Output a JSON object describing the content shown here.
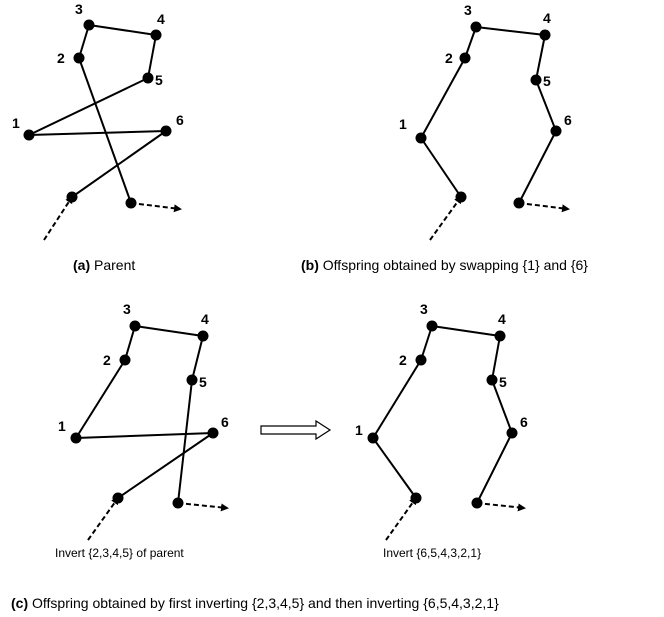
{
  "captions": {
    "a": {
      "tag": "(a)",
      "text": " Parent"
    },
    "b": {
      "tag": "(b)",
      "text": " Offspring obtained by swapping {1} and {6}"
    },
    "c_left": "Invert {2,3,4,5} of parent",
    "c_right": "Invert {6,5,4,3,2,1}",
    "c": {
      "tag": "(c)",
      "text": " Offspring obtained by first inverting {2,3,4,5} and then inverting {6,5,4,3,2,1}"
    }
  },
  "node_labels": [
    "1",
    "2",
    "3",
    "4",
    "5",
    "6"
  ],
  "diagrams": [
    {
      "id": "a-parent",
      "order": [
        "in",
        "6",
        "1",
        "5",
        "4",
        "3",
        "2",
        "out"
      ]
    },
    {
      "id": "b-swap",
      "order": [
        "in",
        "1",
        "2",
        "3",
        "4",
        "5",
        "6",
        "out"
      ]
    },
    {
      "id": "c-step1",
      "order": [
        "in",
        "6",
        "1",
        "2",
        "3",
        "4",
        "5",
        "out"
      ]
    },
    {
      "id": "c-step2",
      "order": [
        "in",
        "1",
        "2",
        "3",
        "4",
        "5",
        "6",
        "out"
      ]
    }
  ]
}
